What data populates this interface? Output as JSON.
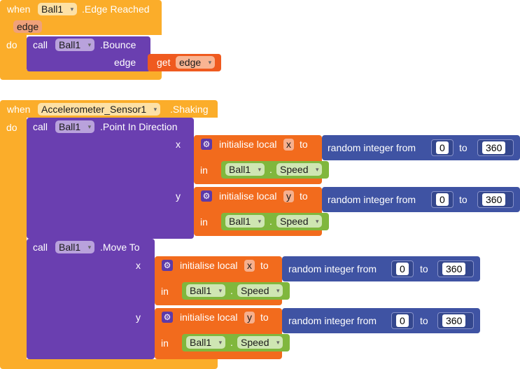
{
  "kw": {
    "when": "when",
    "do": "do",
    "call": "call",
    "in": "in",
    "get": "get",
    "to": "to",
    "dot": "."
  },
  "event1": {
    "component": "Ball1",
    "event": ".Edge Reached",
    "param": "edge",
    "method": ".Bounce",
    "arg_label": "edge",
    "get_var": "edge"
  },
  "event2": {
    "component": "Accelerometer_Sensor1",
    "event": ".Shaking",
    "call1_component": "Ball1",
    "call1_method": ".Point In Direction",
    "call2_component": "Ball1",
    "call2_method": ".Move To",
    "arg_x": "x",
    "arg_y": "y"
  },
  "local": {
    "init": "initialise local",
    "random": "random integer from",
    "from": "0",
    "to_value": "360",
    "prop_component": "Ball1",
    "prop_name": "Speed"
  },
  "icons": {
    "dropdown": "▾",
    "gear": "⚙"
  },
  "colors": {
    "event": "#fbad2a",
    "component": "#6a3fb0",
    "local": "#f26b1d",
    "math": "#3f53a3",
    "property": "#80b73d"
  }
}
